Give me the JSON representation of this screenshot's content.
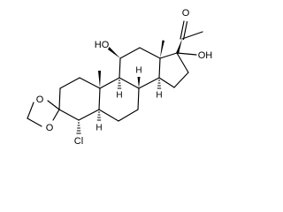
{
  "molecule": {
    "labels": {
      "ketone_oxygen": "O",
      "oh_11": "HO",
      "oh_17": "OH",
      "dioxolane_o_top": "O",
      "dioxolane_o_bottom": "O",
      "chloro": "Cl",
      "h_8": "H",
      "h_9": "H",
      "h_14": "H",
      "h_5": "H"
    }
  }
}
